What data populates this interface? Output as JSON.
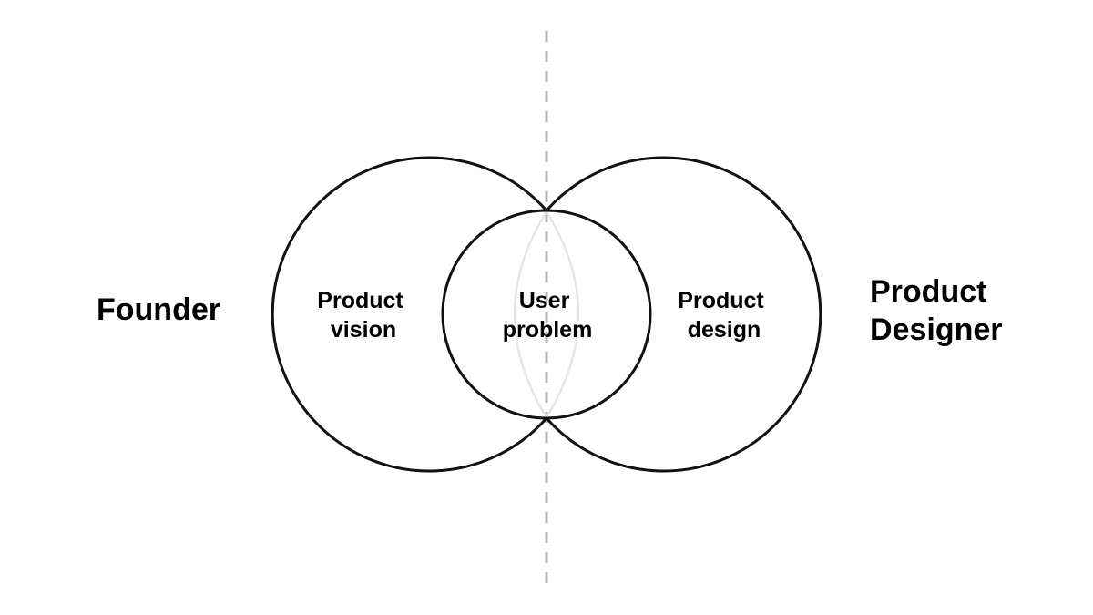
{
  "diagram": {
    "left_circle": {
      "label_line1": "Product",
      "label_line2": "vision"
    },
    "center_circle": {
      "label_line1": "User",
      "label_line2": "problem"
    },
    "right_circle": {
      "label_line1": "Product",
      "label_line2": "design"
    },
    "left_role": "Founder",
    "right_role": {
      "line1": "Product",
      "line2": "Designer"
    }
  },
  "colors": {
    "stroke": "#111111",
    "divider": "#b5b5b5",
    "ghost_arc": "#e6e6e6",
    "background": "#ffffff"
  }
}
